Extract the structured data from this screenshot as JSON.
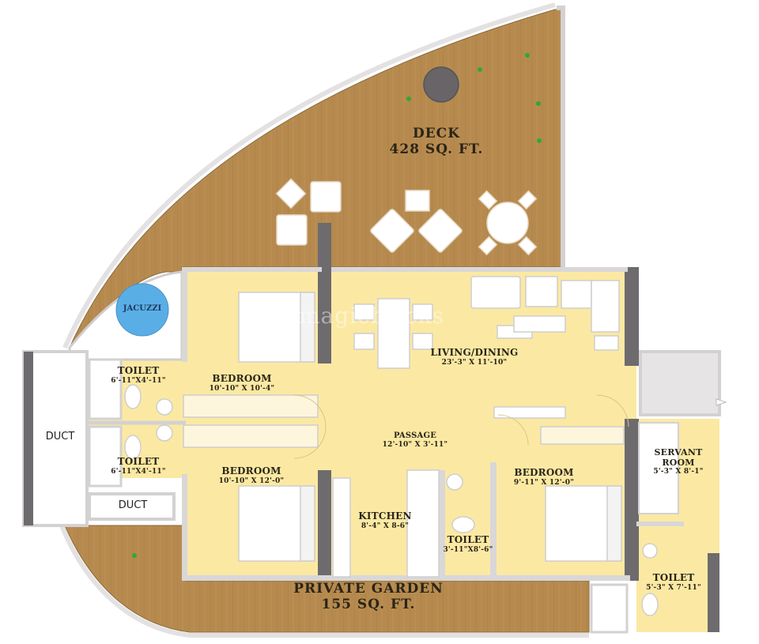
{
  "colors": {
    "deck_wood": "#b68a4e",
    "interior": "#fbe9a3",
    "wall_dark": "#6e6b6e",
    "wall_light": "#d9d7d8",
    "jacuzzi": "#5aaee6",
    "plant": "#2fa83a",
    "furniture": "#ffffff"
  },
  "watermark": "magicbricks",
  "rooms": {
    "deck": {
      "name": "DECK",
      "area": "428 SQ. FT."
    },
    "private_garden": {
      "name": "PRIVATE GARDEN",
      "area": "155 SQ. FT."
    },
    "jacuzzi": {
      "name": "JACUZZI"
    },
    "living_dining": {
      "name": "LIVING/DINING",
      "dim": "23'-3\" X 11'-10\""
    },
    "bedroom_1": {
      "name": "BEDROOM",
      "dim": "10'-10\" X 10'-4\""
    },
    "bedroom_2": {
      "name": "BEDROOM",
      "dim": "10'-10\" X 12'-0\""
    },
    "bedroom_3": {
      "name": "BEDROOM",
      "dim": "9'-11\" X 12'-0\""
    },
    "toilet_1": {
      "name": "TOILET",
      "dim": "6'-11\"X4'-11\""
    },
    "toilet_2": {
      "name": "TOILET",
      "dim": "6'-11\"X4'-11\""
    },
    "toilet_3": {
      "name": "TOILET",
      "dim": "3'-11\"X8'-6\""
    },
    "toilet_4": {
      "name": "TOILET",
      "dim": "5'-3\" X 7'-11\""
    },
    "passage": {
      "name": "PASSAGE",
      "dim": "12'-10\" X 3'-11\""
    },
    "kitchen": {
      "name": "KITCHEN",
      "dim": "8'-4\" X 8-6\""
    },
    "servant_room": {
      "name": "SERVANT ROOM",
      "name_line1": "SERVANT",
      "name_line2": "ROOM",
      "dim": "5'-3\" X 8'-1\""
    },
    "duct_1": {
      "name": "DUCT"
    },
    "duct_2": {
      "name": "DUCT"
    }
  }
}
